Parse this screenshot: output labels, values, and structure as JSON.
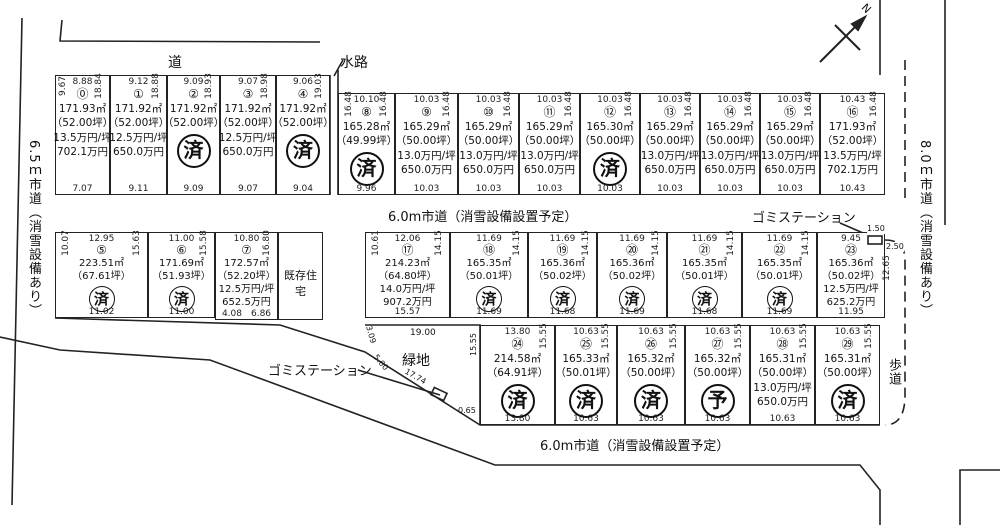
{
  "labels": {
    "top_road": "道",
    "waterway": "水路",
    "left_road": "6.5ｍ市道（消雪設備あり）",
    "right_road": "8.0ｍ市道（消雪設備あり）",
    "middle_road": "6.0m市道（消雪設備設置予定）",
    "bottom_road": "6.0m市道（消雪設備設置予定）",
    "garbage_station_right": "ゴミステーション",
    "garbage_station_left": "ゴミステーション",
    "sidewalk": "歩道",
    "existing_house": "既存住宅",
    "green_area": "緑地",
    "north": "N"
  },
  "green_dims": {
    "top": "19.00",
    "left": "3.09",
    "corner": "5.00",
    "diag": "17.74",
    "tip": "0.65",
    "right": "15.55"
  },
  "garbage_dims": {
    "a": "1.50",
    "b": "2.50"
  },
  "lots": [
    {
      "id": "0",
      "num": "⓪",
      "top": "8.88",
      "bottom": "7.07",
      "right": "18.84",
      "left": "9.67",
      "area": "171.93㎡",
      "tsubo": "（52.00坪）",
      "unit": "13.5万円/坪",
      "price": "702.1万円",
      "status": ""
    },
    {
      "id": "1",
      "num": "①",
      "top": "9.12",
      "bottom": "9.11",
      "right": "18.88",
      "area": "171.92㎡",
      "tsubo": "（52.00坪）",
      "unit": "12.5万円/坪",
      "price": "650.0万円",
      "status": ""
    },
    {
      "id": "2",
      "num": "②",
      "top": "9.09",
      "bottom": "9.09",
      "right": "18.93",
      "area": "171.92㎡",
      "tsubo": "（52.00坪）",
      "status": "済"
    },
    {
      "id": "3",
      "num": "③",
      "top": "9.07",
      "bottom": "9.07",
      "right": "18.98",
      "area": "171.92㎡",
      "tsubo": "（52.00坪）",
      "unit": "12.5万円/坪",
      "price": "650.0万円",
      "status": ""
    },
    {
      "id": "4",
      "num": "④",
      "top": "9.06",
      "bottom": "9.04",
      "right": "19.03",
      "area": "171.92㎡",
      "tsubo": "（52.00坪）",
      "status": "済"
    },
    {
      "id": "8",
      "num": "⑧",
      "top": "10.10",
      "bottom": "9.96",
      "right": "16.48",
      "left": "16.48",
      "area": "165.28㎡",
      "tsubo": "（49.99坪）",
      "status": "済"
    },
    {
      "id": "9",
      "num": "⑨",
      "top": "10.03",
      "bottom": "10.03",
      "right": "16.48",
      "area": "165.29㎡",
      "tsubo": "（50.00坪）",
      "unit": "13.0万円/坪",
      "price": "650.0万円",
      "status": ""
    },
    {
      "id": "10",
      "num": "⑩",
      "top": "10.03",
      "bottom": "10.03",
      "right": "16.48",
      "area": "165.29㎡",
      "tsubo": "（50.00坪）",
      "unit": "13.0万円/坪",
      "price": "650.0万円",
      "status": ""
    },
    {
      "id": "11",
      "num": "⑪",
      "top": "10.03",
      "bottom": "10.03",
      "right": "16.48",
      "area": "165.29㎡",
      "tsubo": "（50.00坪）",
      "unit": "13.0万円/坪",
      "price": "650.0万円",
      "status": ""
    },
    {
      "id": "12",
      "num": "⑫",
      "top": "10.03",
      "bottom": "10.03",
      "right": "16.48",
      "area": "165.30㎡",
      "tsubo": "（50.00坪）",
      "status": "済"
    },
    {
      "id": "13",
      "num": "⑬",
      "top": "10.03",
      "bottom": "10.03",
      "right": "16.48",
      "area": "165.29㎡",
      "tsubo": "（50.00坪）",
      "unit": "13.0万円/坪",
      "price": "650.0万円",
      "status": ""
    },
    {
      "id": "14",
      "num": "⑭",
      "top": "10.03",
      "bottom": "10.03",
      "right": "16.48",
      "area": "165.29㎡",
      "tsubo": "（50.00坪）",
      "unit": "13.0万円/坪",
      "price": "650.0万円",
      "status": ""
    },
    {
      "id": "15",
      "num": "⑮",
      "top": "10.03",
      "bottom": "10.03",
      "right": "16.48",
      "area": "165.29㎡",
      "tsubo": "（50.00坪）",
      "unit": "13.0万円/坪",
      "price": "650.0万円",
      "status": ""
    },
    {
      "id": "16",
      "num": "⑯",
      "top": "10.43",
      "bottom": "10.43",
      "right": "16.48",
      "area": "171.93㎡",
      "tsubo": "（52.00坪）",
      "unit": "13.5万円/坪",
      "price": "702.1万円",
      "status": ""
    },
    {
      "id": "5",
      "num": "⑤",
      "top": "12.95",
      "bottom": "11.02",
      "right": "15.63",
      "left": "10.07",
      "area": "223.51㎡",
      "tsubo": "（67.61坪）",
      "status": "済"
    },
    {
      "id": "6",
      "num": "⑥",
      "top": "11.00",
      "bottom": "11.00",
      "right": "15.58",
      "area": "171.69㎡",
      "tsubo": "（51.93坪）",
      "status": "済"
    },
    {
      "id": "7",
      "num": "⑦",
      "top": "10.80",
      "bottom": "4.08　6.86",
      "right": "16.80",
      "area": "172.57㎡",
      "tsubo": "（52.20坪）",
      "unit": "12.5万円/坪",
      "price": "652.5万円",
      "status": ""
    },
    {
      "id": "17",
      "num": "⑰",
      "top": "12.06",
      "bottom": "15.57",
      "right": "14.15",
      "left": "10.61",
      "area": "214.23㎡",
      "tsubo": "（64.80坪）",
      "unit": "14.0万円/坪",
      "price": "907.2万円",
      "status": ""
    },
    {
      "id": "18",
      "num": "⑱",
      "top": "11.69",
      "bottom": "11.69",
      "right": "14.15",
      "area": "165.35㎡",
      "tsubo": "（50.01坪）",
      "status": "済"
    },
    {
      "id": "19",
      "num": "⑲",
      "top": "11.69",
      "bottom": "11.68",
      "right": "14.15",
      "area": "165.36㎡",
      "tsubo": "（50.02坪）",
      "status": "済"
    },
    {
      "id": "20",
      "num": "⑳",
      "top": "11.69",
      "bottom": "11.69",
      "right": "14.15",
      "area": "165.36㎡",
      "tsubo": "（50.02坪）",
      "status": "済"
    },
    {
      "id": "21",
      "num": "㉑",
      "top": "11.69",
      "bottom": "11.68",
      "right": "14.15",
      "area": "165.35㎡",
      "tsubo": "（50.01坪）",
      "status": "済"
    },
    {
      "id": "22",
      "num": "㉒",
      "top": "11.69",
      "bottom": "11.69",
      "right": "14.15",
      "area": "165.35㎡",
      "tsubo": "（50.01坪）",
      "status": "済"
    },
    {
      "id": "23",
      "num": "㉓",
      "top": "9.45",
      "bottom": "11.95",
      "right": "12.65",
      "area": "165.36㎡",
      "tsubo": "（50.02坪）",
      "unit": "12.5万円/坪",
      "price": "625.2万円",
      "status": ""
    },
    {
      "id": "24",
      "num": "㉔",
      "top": "13.80",
      "bottom": "13.80",
      "right": "15.55",
      "area": "214.58㎡",
      "tsubo": "（64.91坪）",
      "status": "済"
    },
    {
      "id": "25",
      "num": "㉕",
      "top": "10.63",
      "bottom": "10.63",
      "right": "15.55",
      "area": "165.33㎡",
      "tsubo": "（50.01坪）",
      "status": "済"
    },
    {
      "id": "26",
      "num": "㉖",
      "top": "10.63",
      "bottom": "10.63",
      "right": "15.55",
      "area": "165.32㎡",
      "tsubo": "（50.00坪）",
      "status": "済"
    },
    {
      "id": "27",
      "num": "㉗",
      "top": "10.63",
      "bottom": "10.63",
      "right": "15.55",
      "area": "165.32㎡",
      "tsubo": "（50.00坪）",
      "status": "予"
    },
    {
      "id": "28",
      "num": "㉘",
      "top": "10.63",
      "bottom": "10.63",
      "right": "15.55",
      "area": "165.31㎡",
      "tsubo": "（50.00坪）",
      "unit": "13.0万円/坪",
      "price": "650.0万円",
      "status": ""
    },
    {
      "id": "29",
      "num": "㉙",
      "top": "10.63",
      "bottom": "10.63",
      "right": "15.55",
      "area": "165.31㎡",
      "tsubo": "（50.00坪）",
      "status": "済"
    }
  ]
}
